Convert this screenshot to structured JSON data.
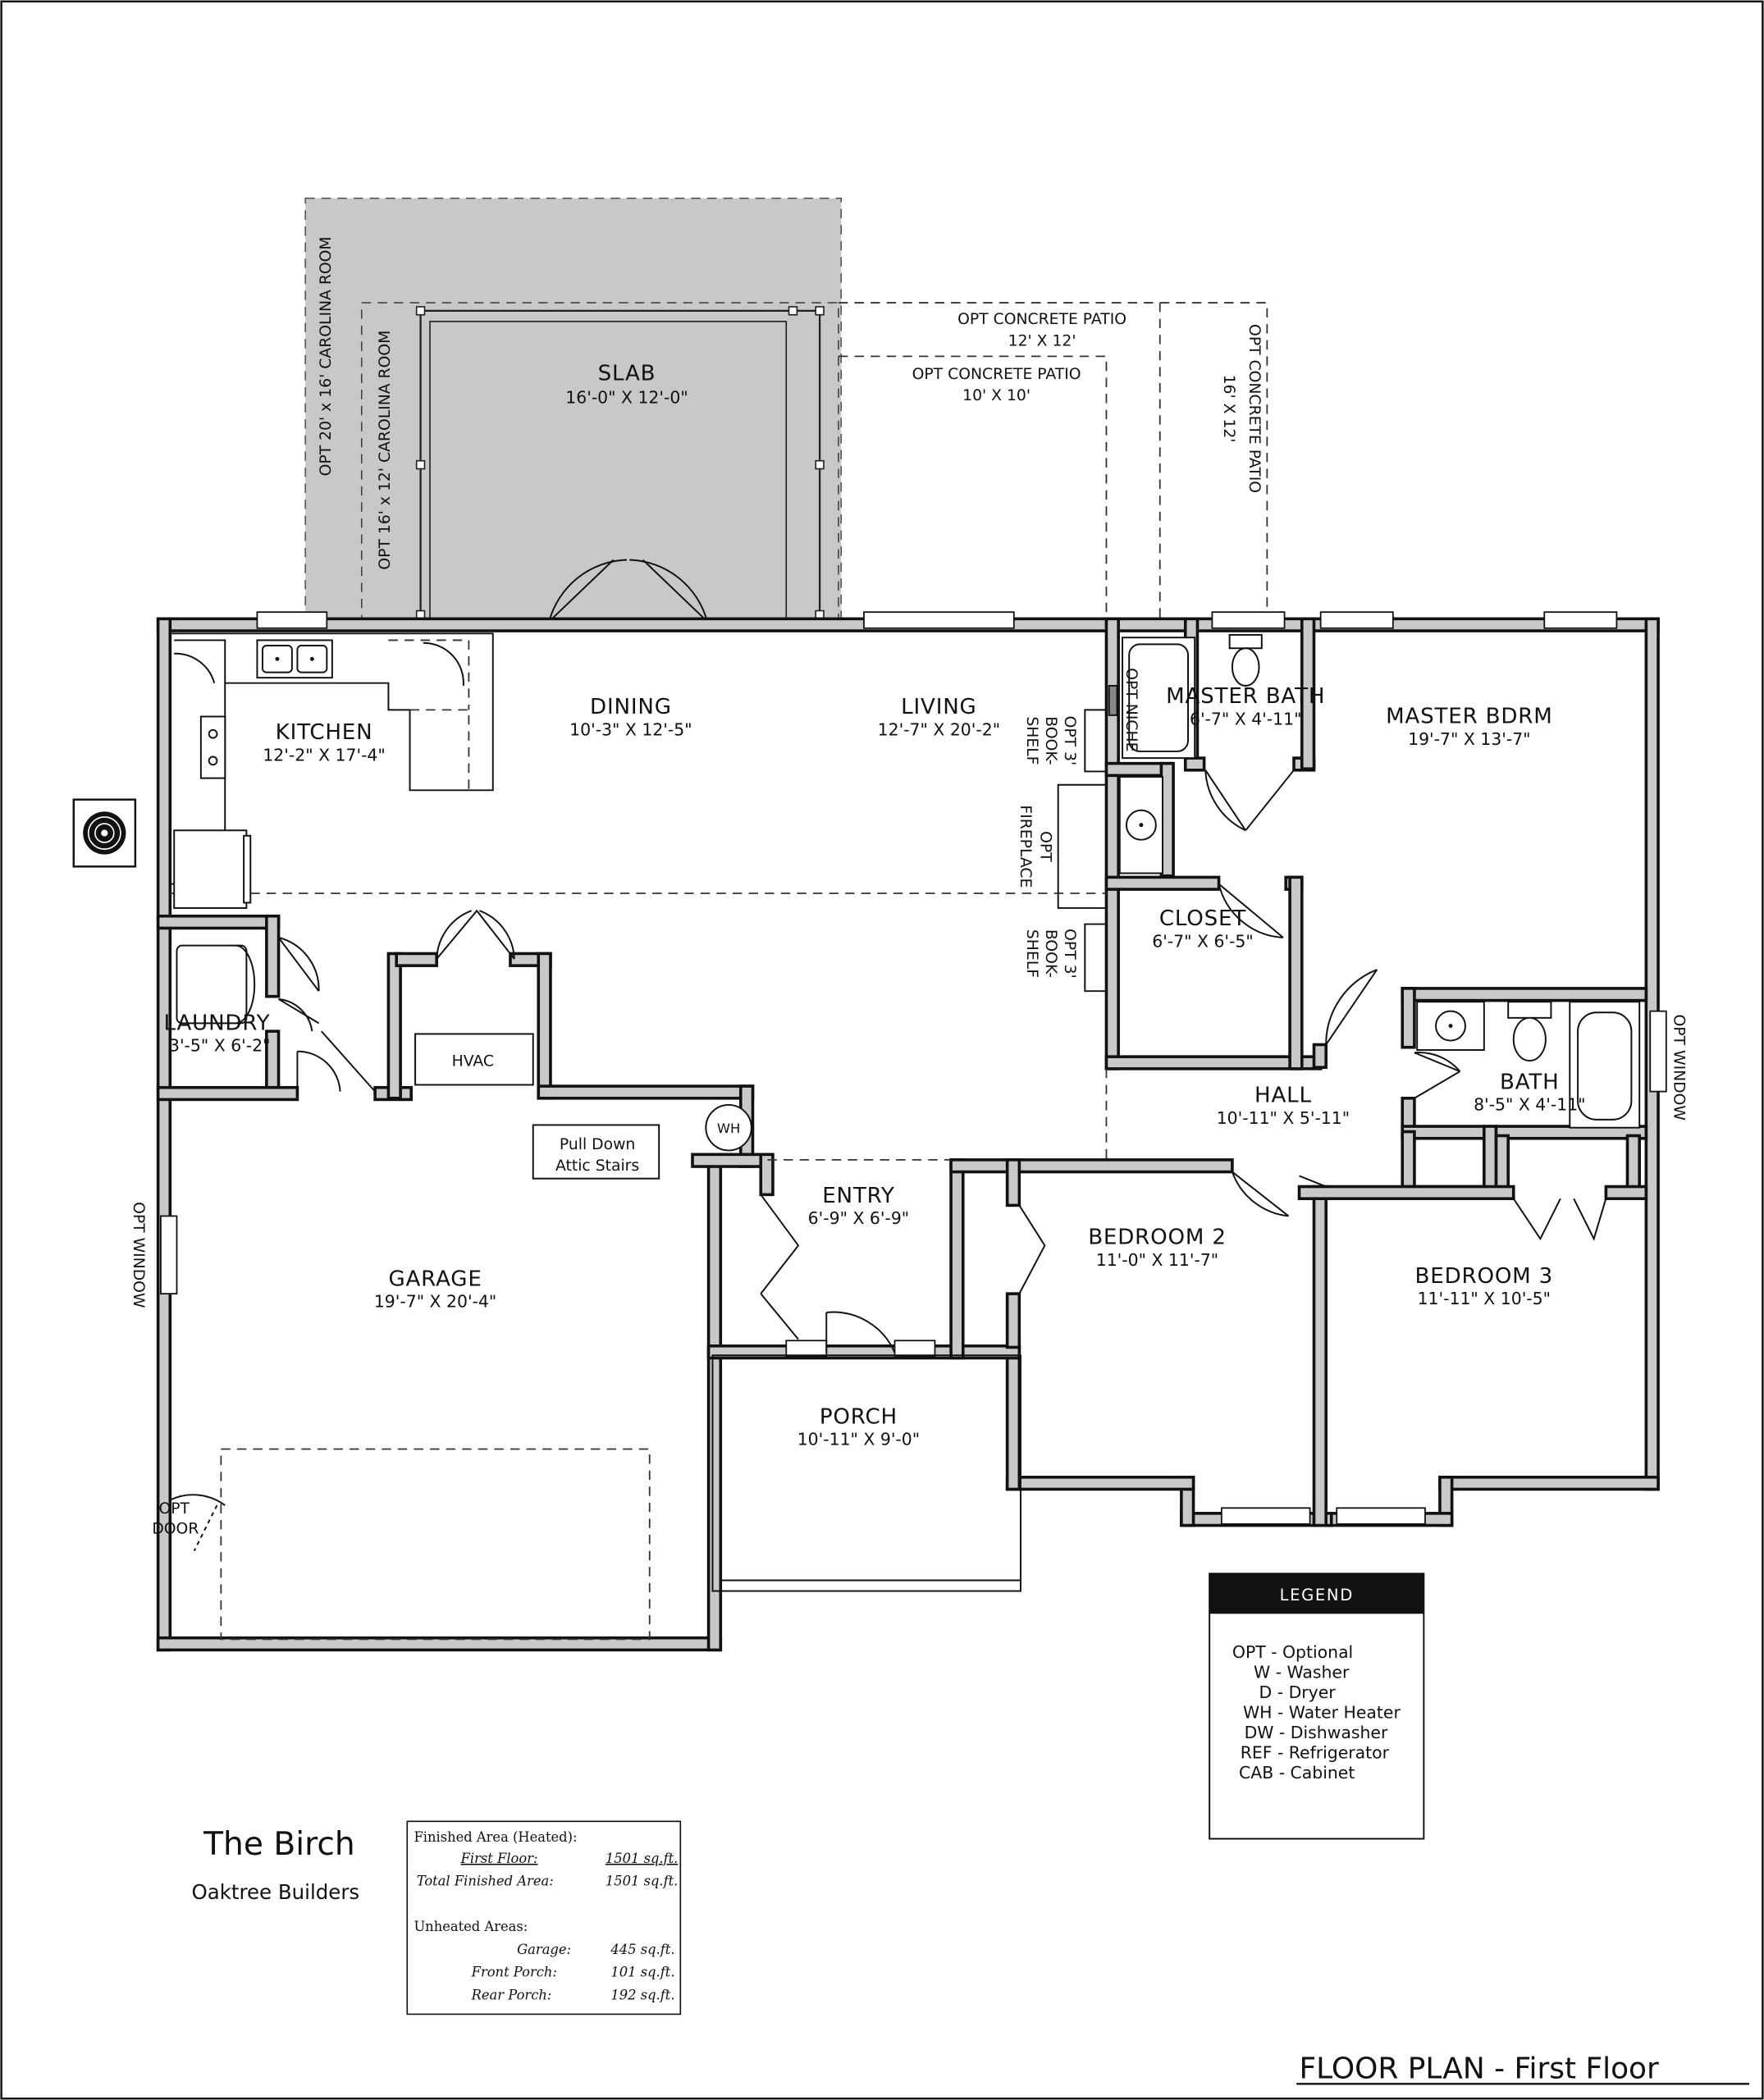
{
  "rooms": {
    "slab": {
      "name": "SLAB",
      "dim": "16'-0\" X 12'-0\""
    },
    "kitchen": {
      "name": "KITCHEN",
      "dim": "12'-2\" X 17'-4\""
    },
    "dining": {
      "name": "DINING",
      "dim": "10'-3\" X 12'-5\""
    },
    "living": {
      "name": "LIVING",
      "dim": "12'-7\" X 20'-2\""
    },
    "master_bath": {
      "name": "MASTER BATH",
      "dim": "6'-7\" X 4'-11\""
    },
    "master_bdrm": {
      "name": "MASTER BDRM",
      "dim": "19'-7\" X 13'-7\""
    },
    "closet": {
      "name": "CLOSET",
      "dim": "6'-7\" X 6'-5\""
    },
    "laundry": {
      "name": "LAUNDRY",
      "dim": "3'-5\" X 6'-2\""
    },
    "hall": {
      "name": "HALL",
      "dim": "10'-11\" X 5'-11\""
    },
    "bath": {
      "name": "BATH",
      "dim": "8'-5\" X 4'-11\""
    },
    "entry": {
      "name": "ENTRY",
      "dim": "6'-9\" X 6'-9\""
    },
    "bedroom2": {
      "name": "BEDROOM 2",
      "dim": "11'-0\" X 11'-7\""
    },
    "bedroom3": {
      "name": "BEDROOM 3",
      "dim": "11'-11\" X 10'-5\""
    },
    "garage": {
      "name": "GARAGE",
      "dim": "19'-7\" X 20'-4\""
    },
    "porch": {
      "name": "PORCH",
      "dim": "10'-11\" X 9'-0\""
    }
  },
  "notes": {
    "carolina_20": "OPT 20' x 16' CAROLINA ROOM",
    "carolina_16": "OPT 16' x 12' CAROLINA ROOM",
    "patio_12_title": "OPT CONCRETE PATIO",
    "patio_12_dim": "12' X 12'",
    "patio_10_title": "OPT CONCRETE PATIO",
    "patio_10_dim": "10' X 10'",
    "patio_16_title": "OPT CONCRETE PATIO",
    "patio_16_dim": "16' X 12'",
    "opt_niche": "OPT NICHE",
    "bookshelf_1_a": "OPT 3'",
    "bookshelf_1_b": "BOOK-",
    "bookshelf_1_c": "SHELF",
    "fireplace_a": "OPT",
    "fireplace_b": "FIREPLACE",
    "bookshelf_2_a": "OPT 3'",
    "bookshelf_2_b": "BOOK-",
    "bookshelf_2_c": "SHELF",
    "hvac": "HVAC",
    "wh": "WH",
    "attic_1": "Pull Down",
    "attic_2": "Attic Stairs",
    "opt_window_left": "OPT WINDOW",
    "opt_window_right": "OPT WINDOW",
    "opt_door_1": "OPT",
    "opt_door_2": "DOOR"
  },
  "legend": {
    "title": "LEGEND",
    "items": [
      "OPT - Optional",
      "W - Washer",
      "D - Dryer",
      "WH - Water Heater",
      "DW - Dishwasher",
      "REF - Refrigerator",
      "CAB - Cabinet"
    ]
  },
  "title_block": {
    "name": "The Birch",
    "builder": "Oaktree Builders"
  },
  "areas": {
    "heated_title": "Finished Area (Heated):",
    "first_floor_label": "First Floor:",
    "first_floor_value": "1501 sq.ft.",
    "total_label": "Total Finished Area:",
    "total_value": "1501 sq.ft.",
    "unheated_title": "Unheated Areas:",
    "garage_label": "Garage:",
    "garage_value": "445 sq.ft.",
    "front_porch_label": "Front Porch:",
    "front_porch_value": "101 sq.ft.",
    "rear_porch_label": "Rear Porch:",
    "rear_porch_value": "192 sq.ft."
  },
  "caption": "FLOOR PLAN - First Floor",
  "colors": {
    "wall_fill": "#c9c9c9",
    "slab_fill": "#c8c8c8",
    "legend_header": "#111111"
  }
}
